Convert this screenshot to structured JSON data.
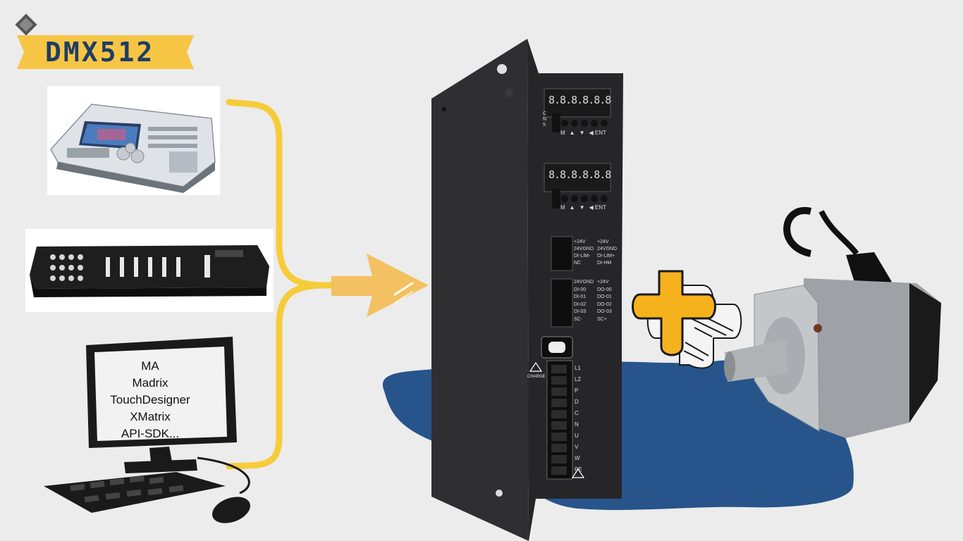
{
  "banner": {
    "text": "DMX512"
  },
  "software_list": [
    "MA",
    "Madrix",
    "TouchDesigner",
    "XMatrix",
    "API-SDK..."
  ],
  "driver": {
    "display_1": "8.8.8.8.8.8",
    "display_2": "8.8.8.8.8.8",
    "button_labels": [
      "M",
      "▲",
      "▼",
      "◀ ENT"
    ],
    "cn5_label": "CN5",
    "io_left_1": [
      "+24V",
      "24VGND",
      "DI-LIM-",
      "NC"
    ],
    "io_right_1": [
      "+24V",
      "24VGND",
      "DI-LIM+",
      "DI-HM"
    ],
    "io_left_2": [
      "24VGND",
      "DI-00",
      "DI-01",
      "DI-02",
      "DI-03",
      "SC-"
    ],
    "io_right_2": [
      "+24V",
      "DO-00",
      "DO-01",
      "DO-02",
      "DO-03",
      "SC+"
    ],
    "power_labels": [
      "L1",
      "L2",
      "P",
      "D",
      "C",
      "N",
      "U",
      "V",
      "W",
      "PE"
    ],
    "charge_label": "CHARGE"
  },
  "colors": {
    "background": "#ececec",
    "banner_yellow": "#f6c544",
    "banner_text": "#1f3d66",
    "connector_yellow": "#f6cc3a",
    "arrow_yellow": "#f4bd52",
    "plus_yellow": "#f6b21c",
    "puddle_blue": "#27548b",
    "driver_body": "#2a2a2c"
  }
}
